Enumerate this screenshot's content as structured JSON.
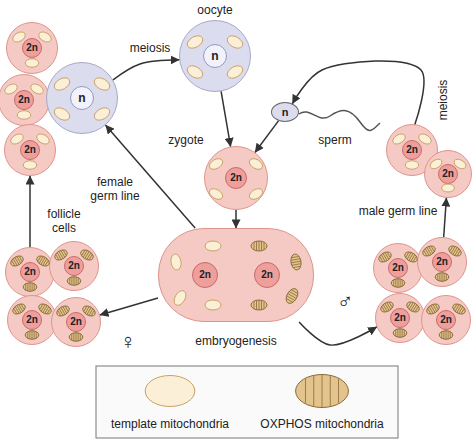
{
  "diagram": {
    "nodes": [
      {
        "text": [
          "2n"
        ]
      },
      {
        "text": [
          "2n"
        ]
      },
      {
        "text": [
          "2n"
        ]
      },
      {
        "text": [
          "n"
        ]
      },
      {
        "text": [
          "oocyte",
          "n"
        ]
      },
      {
        "text": [
          "sperm",
          "n"
        ]
      },
      {
        "text": [
          "2n"
        ]
      },
      {
        "text": [
          "2n"
        ]
      },
      {
        "text": [
          "zygote",
          "2n"
        ]
      },
      {
        "text": [
          "2n",
          "2n"
        ]
      },
      {
        "text": [
          "2n"
        ]
      },
      {
        "text": [
          "2n"
        ]
      },
      {
        "text": [
          "2n"
        ]
      },
      {
        "text": [
          "2n"
        ]
      },
      {
        "text": [
          "2n"
        ]
      },
      {
        "text": [
          "2n"
        ]
      },
      {
        "text": [
          "2n"
        ]
      },
      {
        "text": [
          "2n"
        ]
      }
    ],
    "edges": [
      {
        "from": 3,
        "to": 4,
        "arrow": "to",
        "label": "meiosis"
      },
      {
        "from": 4,
        "to": 8,
        "arrow": "to"
      },
      {
        "from": 5,
        "to": 8,
        "arrow": "to"
      },
      {
        "from": 8,
        "to": 9,
        "arrow": "to"
      },
      {
        "from": 9,
        "to": 3,
        "arrow": "to"
      },
      {
        "from": 9,
        "to": 13,
        "arrow": "to"
      },
      {
        "from": 9,
        "to": 16,
        "arrow": "to"
      },
      {
        "from": 10,
        "to": 2,
        "arrow": "to"
      },
      {
        "from": 15,
        "to": 7,
        "arrow": "to"
      },
      {
        "from": 6,
        "to": 5,
        "arrow": "to",
        "label": "meiosis"
      }
    ],
    "labels": [
      "female germ line",
      "follicle cells",
      "♀",
      "embryogenesis",
      "♂",
      "male germ line"
    ],
    "legend": [
      {
        "text": "template mitochondria"
      },
      {
        "text": "OXPHOS mitochondria"
      }
    ]
  }
}
